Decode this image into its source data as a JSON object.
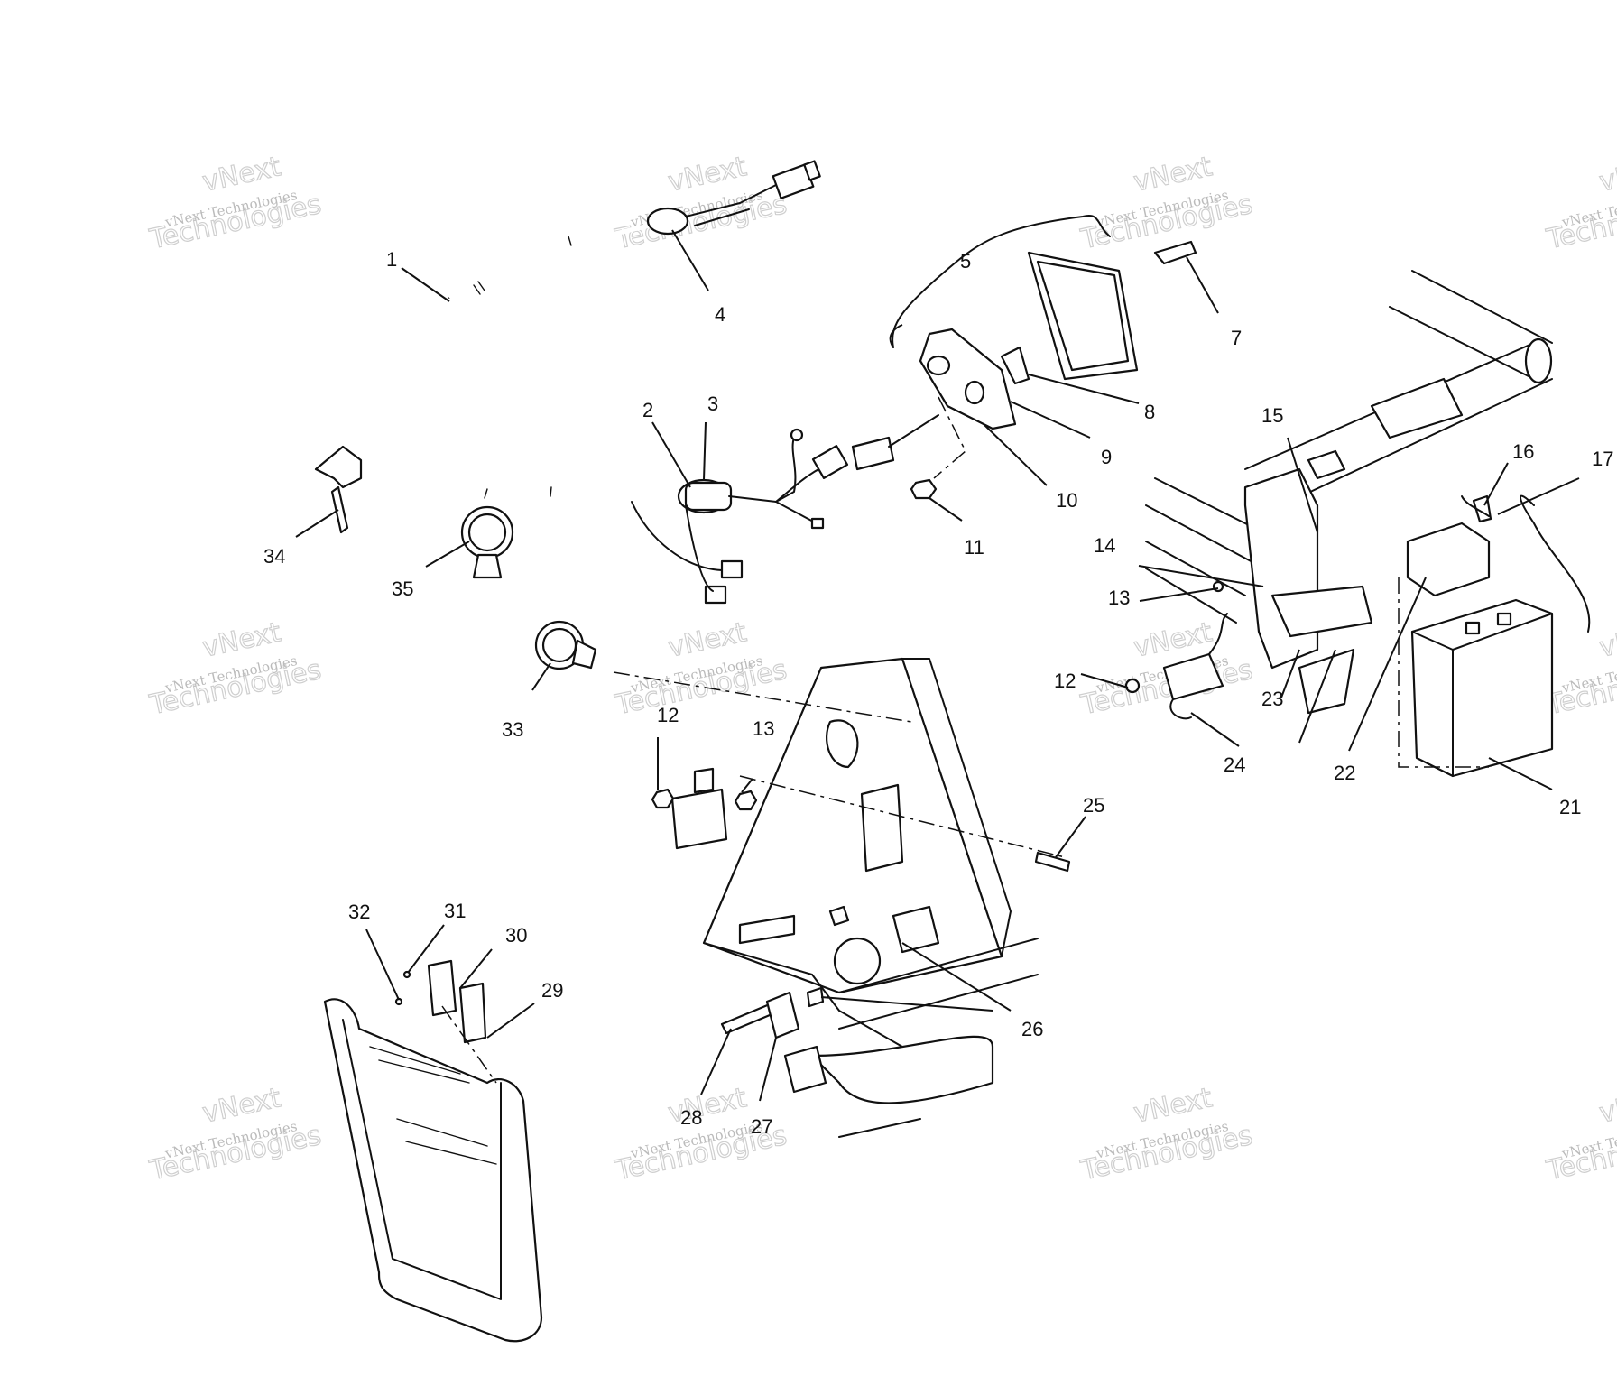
{
  "watermark": {
    "small": "vNext Technologies",
    "big_line1": "vNext",
    "big_line2": "Technologies"
  },
  "callouts": [
    {
      "id": "c1",
      "label": "1"
    },
    {
      "id": "c2",
      "label": "2"
    },
    {
      "id": "c3",
      "label": "3"
    },
    {
      "id": "c4",
      "label": "4"
    },
    {
      "id": "c5",
      "label": "5"
    },
    {
      "id": "c7",
      "label": "7"
    },
    {
      "id": "c8",
      "label": "8"
    },
    {
      "id": "c9",
      "label": "9"
    },
    {
      "id": "c10",
      "label": "10"
    },
    {
      "id": "c11",
      "label": "11"
    },
    {
      "id": "c12a",
      "label": "12"
    },
    {
      "id": "c12b",
      "label": "12"
    },
    {
      "id": "c13a",
      "label": "13"
    },
    {
      "id": "c13b",
      "label": "13"
    },
    {
      "id": "c14",
      "label": "14"
    },
    {
      "id": "c15",
      "label": "15"
    },
    {
      "id": "c16",
      "label": "16"
    },
    {
      "id": "c17",
      "label": "17"
    },
    {
      "id": "c21",
      "label": "21"
    },
    {
      "id": "c22",
      "label": "22"
    },
    {
      "id": "c23",
      "label": "23"
    },
    {
      "id": "c24",
      "label": "24"
    },
    {
      "id": "c25",
      "label": "25"
    },
    {
      "id": "c26",
      "label": "26"
    },
    {
      "id": "c27",
      "label": "27"
    },
    {
      "id": "c28",
      "label": "28"
    },
    {
      "id": "c29",
      "label": "29"
    },
    {
      "id": "c30",
      "label": "30"
    },
    {
      "id": "c31",
      "label": "31"
    },
    {
      "id": "c32",
      "label": "32"
    },
    {
      "id": "c33",
      "label": "33"
    },
    {
      "id": "c34",
      "label": "34"
    },
    {
      "id": "c35",
      "label": "35"
    }
  ]
}
